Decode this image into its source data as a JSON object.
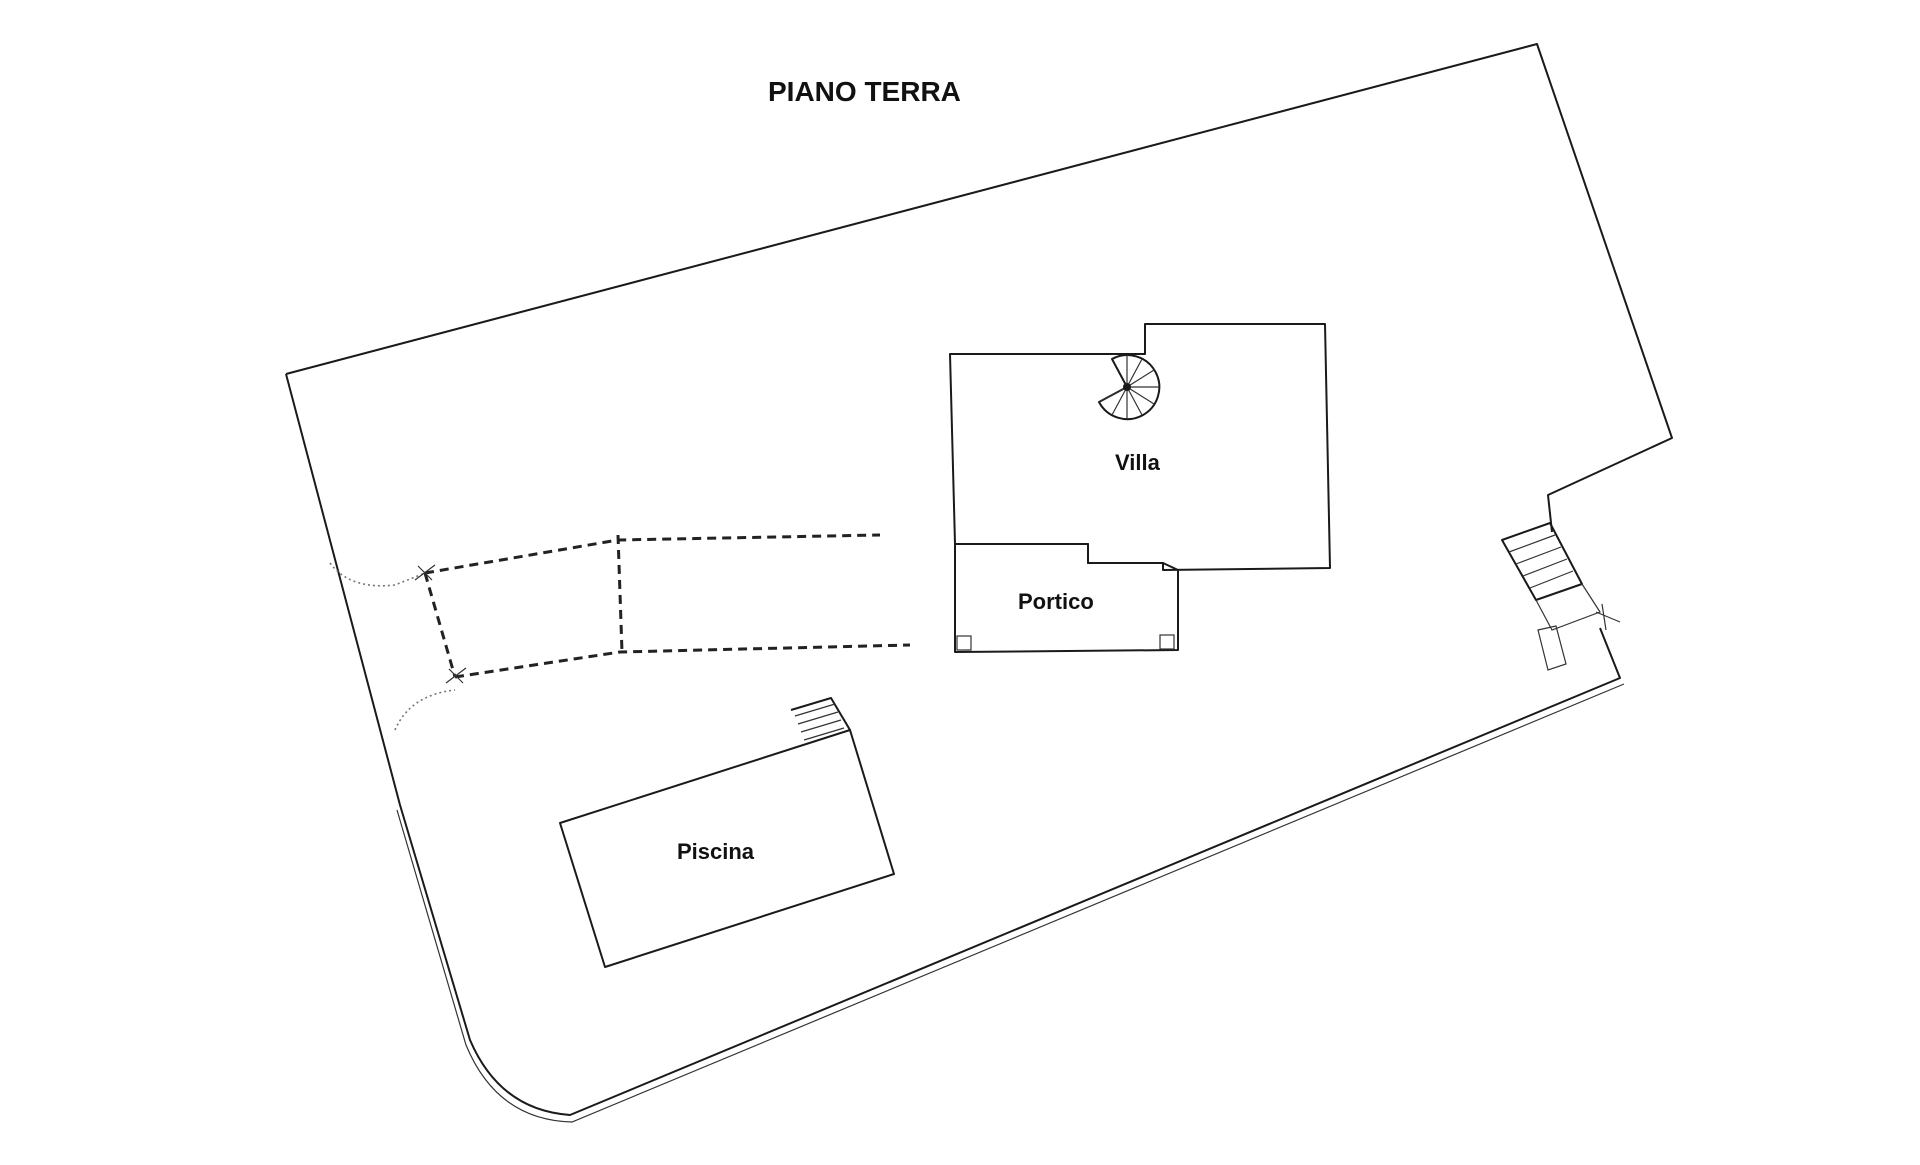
{
  "plan": {
    "title": "PIANO TERRA",
    "labels": {
      "villa": "Villa",
      "portico": "Portico",
      "piscina": "Piscina"
    },
    "colors": {
      "ink": "#1a1a1a",
      "background": "#ffffff"
    }
  }
}
